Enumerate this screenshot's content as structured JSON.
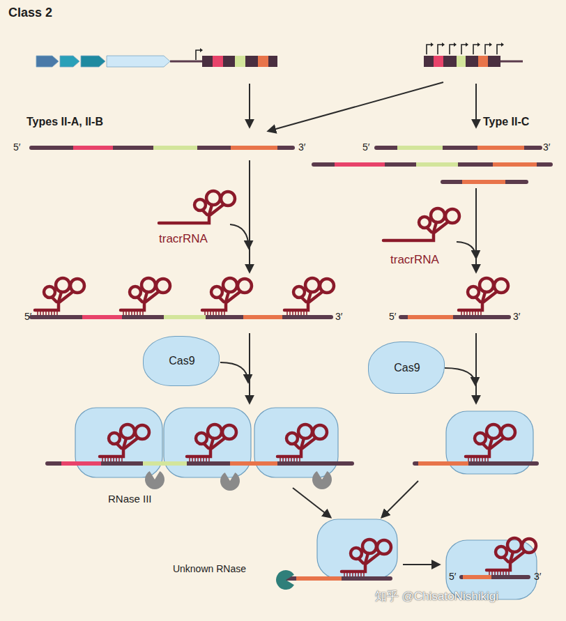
{
  "diagram": {
    "title": "Class 2",
    "nodes": [
      {
        "text": [
          "Types II-A, II-B",
          "5′",
          "3′"
        ]
      },
      {
        "text": [
          "Type II-C",
          "5′",
          "3′"
        ]
      },
      {
        "text": [
          "tracrRNA"
        ]
      },
      {
        "text": [
          "tracrRNA"
        ]
      },
      {
        "text": [
          "5′",
          "3′"
        ]
      },
      {
        "text": [
          "5′",
          "3′"
        ]
      },
      {
        "text": [
          "Cas9"
        ]
      },
      {
        "text": [
          "Cas9"
        ]
      },
      {
        "text": [
          "RNase III"
        ]
      },
      {
        "text": [
          "Unknown RNase"
        ]
      },
      {
        "text": [
          "5′",
          "3′"
        ]
      }
    ],
    "edges": [
      {
        "from": 0,
        "to": 4,
        "arrow": "to"
      },
      {
        "from": 1,
        "to": 5,
        "arrow": "to"
      }
    ],
    "labels": [
      "知乎 @ChisatoNishikigi"
    ]
  }
}
